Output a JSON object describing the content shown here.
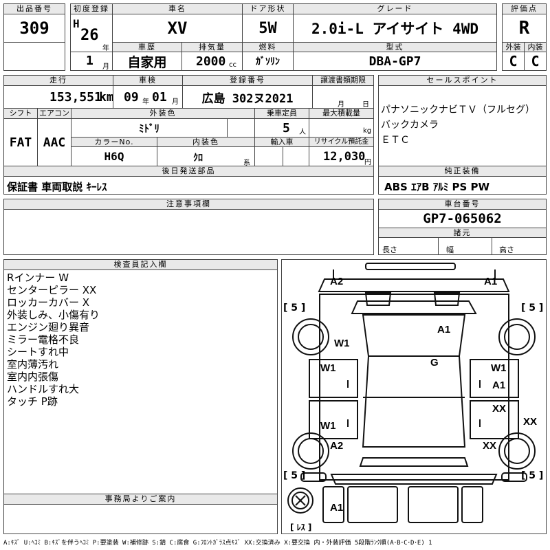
{
  "header": {
    "lot_label": "出品番号",
    "lot_value": "309",
    "first_reg_label": "初度登録",
    "era": "H",
    "year_num": "26",
    "year_unit": "年",
    "month_num": "1",
    "month_unit": "月",
    "model_label": "車名",
    "model_value": "XV",
    "door_label": "ドア形状",
    "door_value": "5W",
    "grade_label": "グレード",
    "grade_value": "2.0i-L アイサイト 4WD",
    "score_label": "評価点",
    "score_value": "R",
    "history_label": "車歴",
    "history_value": "自家用",
    "displacement_label": "排気量",
    "displacement_value": "2000",
    "displacement_unit": "cc",
    "fuel_label": "燃料",
    "fuel_value": "ｶﾞｿﾘﾝ",
    "type_label": "型式",
    "type_value": "DBA-GP7",
    "exterior_label": "外装",
    "exterior_value": "C",
    "interior_label": "内装",
    "interior_value": "C"
  },
  "row2": {
    "mileage_label": "走行",
    "mileage_value": "153,551",
    "mileage_unit": "km",
    "inspection_label": "車検",
    "inspection_year": "09",
    "inspection_year_unit": "年",
    "inspection_month": "01",
    "inspection_month_unit": "月",
    "reg_no_label": "登録番号",
    "reg_no_value": "広島 302ヌ2021",
    "transfer_label": "譲渡書類期限",
    "transfer_month_unit": "月",
    "transfer_day_unit": "日",
    "sales_label": "セールスポイント",
    "sales_points": [
      "パナソニックナビＴＶ（フルセグ）",
      "バックカメラ",
      "ＥＴＣ"
    ]
  },
  "row3": {
    "shift_label": "シフト",
    "shift_value": "FAT",
    "ac_label": "エアコン",
    "ac_value": "AAC",
    "ext_color_label": "外装色",
    "ext_color_value": "ﾐﾄﾞﾘ",
    "capacity_label": "乗車定員",
    "capacity_value": "5",
    "capacity_unit": "人",
    "max_load_label": "最大積載量",
    "max_load_unit": "kg",
    "color_no_label": "カラーNo.",
    "color_no_value": "H6Q",
    "int_color_label": "内装色",
    "int_color_value": "ｸﾛ",
    "int_color_unit": "系",
    "import_label": "輸入車",
    "recycle_label": "リサイクル預託金",
    "recycle_value": "12,030",
    "recycle_unit": "円"
  },
  "row4": {
    "parts_label": "後日発送部品",
    "parts_value": "保証書 車両取説 ｷｰﾚｽ",
    "equip_label": "純正装備",
    "equip_value": "ABS ｴｱB ｱﾙﾐ PS PW"
  },
  "row5": {
    "notice_label": "注意事項欄",
    "chassis_label": "車台番号",
    "chassis_value": "GP7-065062",
    "spec_label": "諸元",
    "length_label": "長さ",
    "width_label": "幅",
    "height_label": "高さ"
  },
  "inspector": {
    "label": "検査員記入欄",
    "notes": [
      "Rインナー W",
      "センターピラー XX",
      "ロッカーカバー X",
      "外装しみ、小傷有り",
      "エンジン廻り異音",
      "ミラー電格不良",
      "シートすれ中",
      "室内薄汚れ",
      "室内内張傷",
      "ハンドルすれ大",
      "タッチ P跡"
    ]
  },
  "office": {
    "label": "事務局よりご案内"
  },
  "diagram": {
    "marks": [
      "A2",
      "A1",
      "A1",
      "W1",
      "G",
      "W1",
      "W1",
      "A1",
      "XX",
      "XX",
      "W1",
      "A2",
      "XX",
      "A1"
    ],
    "tires": [
      "[ 5 ]",
      "[ 5 ]",
      "[ 5 ]",
      "[ 5 ]"
    ],
    "spare": "[ ﾚｽ ]"
  },
  "legend": "A:ｷｽﾞ U:ﾍｺﾐ B:ｷｽﾞを伴うﾍｺﾐ P:要塗装 W:補修跡 S:錆 C:腐食 G:ﾌﾛﾝﾄｶﾞﾗｽ点ｷｽﾞ XX:交換済み X:要交換  内・外装評価 5段階ﾗﾝｸ順(A･B･C･D･E) 1"
}
